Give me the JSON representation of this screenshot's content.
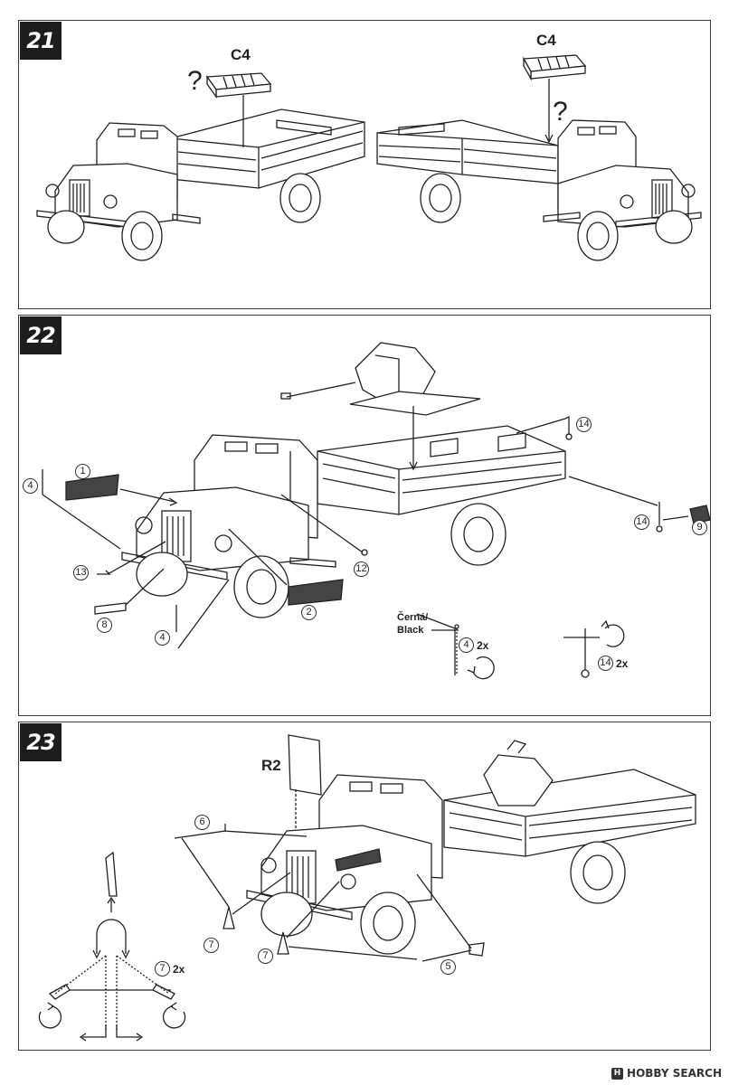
{
  "steps": [
    {
      "number": "21",
      "part_label_left": "C4",
      "part_label_right": "C4",
      "question_mark_left": "?",
      "question_mark_right": "?"
    },
    {
      "number": "22",
      "callouts": [
        "1",
        "2",
        "4",
        "4",
        "8",
        "9",
        "12",
        "13",
        "14",
        "14"
      ],
      "paint_note": "Černá/\nBlack",
      "paint_note_line1": "Černá/",
      "paint_note_line2": "Black",
      "detail_left_part": "4",
      "detail_left_qty": "2x",
      "detail_right_part": "14",
      "detail_right_qty": "2x"
    },
    {
      "number": "23",
      "part_label_flag": "R2",
      "callouts": [
        "5",
        "6",
        "7",
        "7"
      ],
      "detail_part": "7",
      "detail_qty": "2x"
    }
  ],
  "footer": {
    "logo_mark": "H",
    "logo_text": "HOBBY SEARCH"
  },
  "colors": {
    "line": "#222222",
    "panel_border": "#3a3a3a",
    "badge_bg": "#1d1d1d",
    "hatch": "#444444"
  }
}
